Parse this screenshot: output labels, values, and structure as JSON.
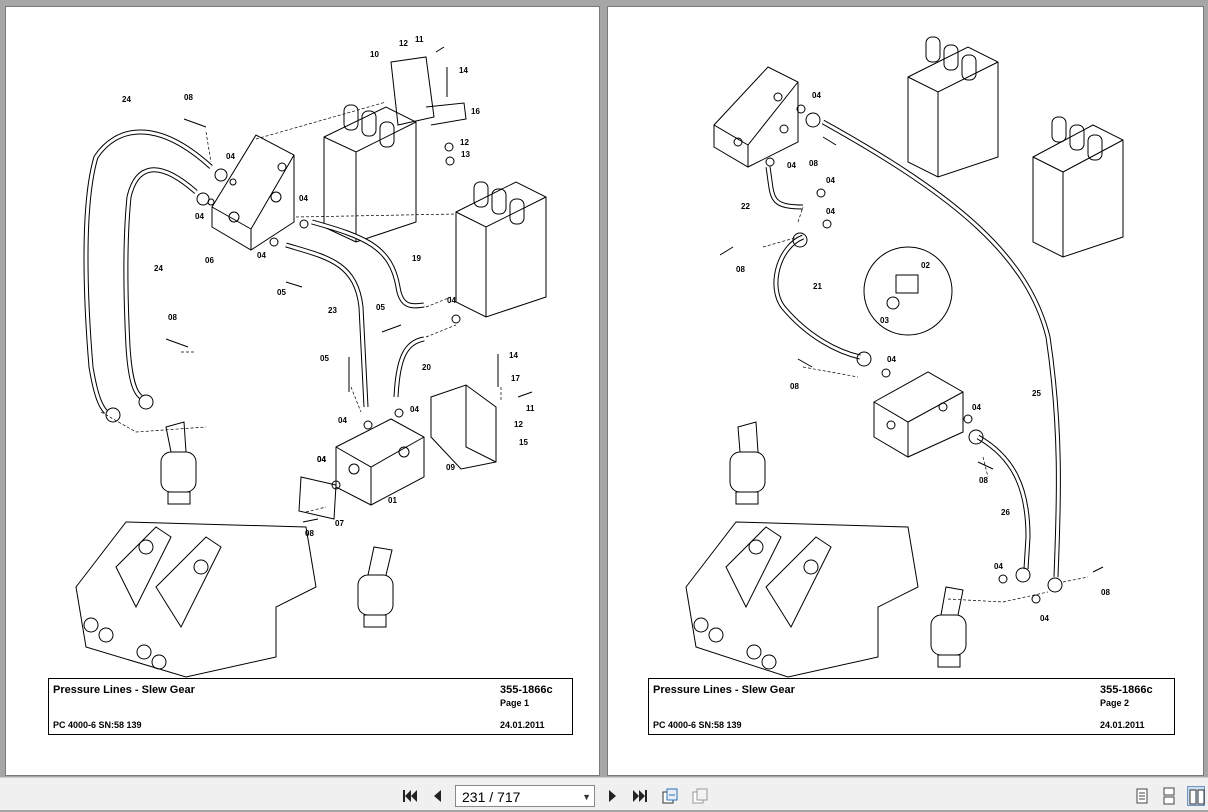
{
  "page1": {
    "title": "Pressure Lines - Slew Gear",
    "doc_code": "355-1866c",
    "page_label": "Page 1",
    "machine": "PC 4000-6 SN:58 139",
    "date": "24.01.2011",
    "callouts": [
      "24",
      "08",
      "04",
      "04",
      "04",
      "04",
      "06",
      "04",
      "05",
      "24",
      "08",
      "23",
      "19",
      "05",
      "04",
      "20",
      "05",
      "04",
      "04",
      "01",
      "04",
      "07",
      "08",
      "10",
      "12",
      "11",
      "14",
      "16",
      "12",
      "13",
      "14",
      "17",
      "11",
      "12",
      "15",
      "09"
    ]
  },
  "page2": {
    "title": "Pressure Lines - Slew Gear",
    "doc_code": "355-1866c",
    "page_label": "Page 2",
    "machine": "PC 4000-6 SN:58 139",
    "date": "24.01.2011",
    "callouts": [
      "04",
      "08",
      "04",
      "22",
      "04",
      "04",
      "08",
      "21",
      "02",
      "03",
      "08",
      "04",
      "25",
      "04",
      "08",
      "26",
      "04",
      "04",
      "08"
    ]
  },
  "toolbar": {
    "page_current": "231",
    "page_total": "717",
    "page_display": "231 / 717",
    "buttons": [
      "first-page-icon",
      "prev-page-icon",
      "next-page-icon",
      "last-page-icon",
      "sync-view-icon",
      "sync-off-icon",
      "single-page-view-icon",
      "continuous-view-icon",
      "facing-view-icon"
    ]
  }
}
